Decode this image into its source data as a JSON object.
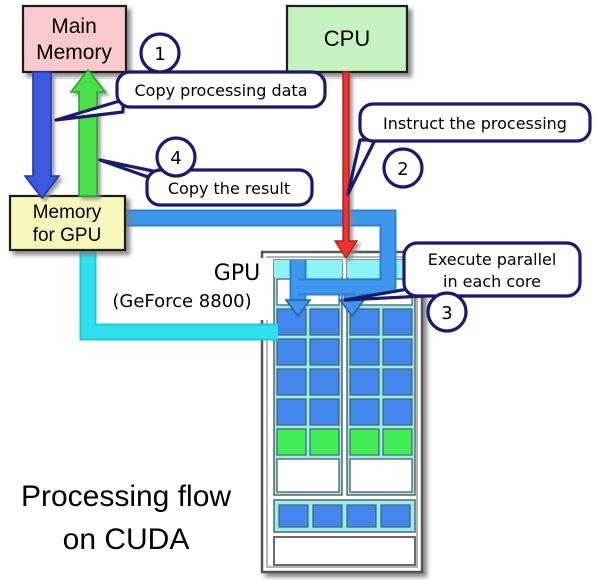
{
  "diagram": {
    "title_line1": "Processing flow",
    "title_line2": "on CUDA",
    "nodes": {
      "main_memory": {
        "line1": "Main",
        "line2": "Memory",
        "color": "#f9c9ce"
      },
      "cpu": {
        "label": "CPU",
        "color": "#c5f2c0"
      },
      "gpu_memory": {
        "line1": "Memory",
        "line2": "for GPU",
        "color": "#f7f7bc"
      },
      "gpu": {
        "line1": "GPU",
        "line2": "(GeForce 8800)",
        "color": "#ffffff"
      }
    },
    "steps": [
      {
        "number": "1",
        "label": "Copy processing data"
      },
      {
        "number": "2",
        "label": "Instruct the processing"
      },
      {
        "number": "3",
        "line1": "Execute parallel",
        "line2": "in each core"
      },
      {
        "number": "4",
        "label": "Copy the result"
      }
    ],
    "colors": {
      "callout_border": "#1a1a6e",
      "arrow_down_blue": "#3b5ae0",
      "arrow_up_green": "#4be04b",
      "arrow_red": "#ee3333",
      "pipe_blue": "#3d97ef",
      "pipe_cyan": "#31e0ef",
      "core_blue": "#4287ee",
      "core_green": "#42ee55",
      "core_cyan": "#8df3f7",
      "chassis_gray": "#9a9a9a"
    },
    "gpu_cores": {
      "multiprocessors": 2,
      "rows_per_mp": 6,
      "cols_per_mp": 2,
      "row_colors": [
        "blue",
        "blue",
        "blue",
        "blue",
        "green",
        "white"
      ],
      "bottom_bar_cells": 4,
      "bottom_bar_color": "blue"
    }
  }
}
